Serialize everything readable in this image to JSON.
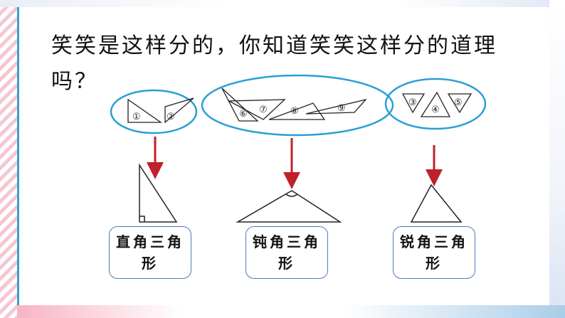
{
  "heading": "笑笑是这样分的，你知道笑笑这样分的道理吗？",
  "groups": [
    {
      "name": "right",
      "numbers": [
        "①",
        "②"
      ],
      "label_line1": "直角三角",
      "label_line2": "形"
    },
    {
      "name": "obtuse",
      "numbers": [
        "⑥",
        "⑦",
        "⑧",
        "⑨"
      ],
      "label_line1": "钝角三角",
      "label_line2": "形"
    },
    {
      "name": "acute",
      "numbers": [
        "③",
        "④",
        "⑤"
      ],
      "label_line1": "锐角三角",
      "label_line2": "形"
    }
  ],
  "colors": {
    "ellipse": "#2a9fd6",
    "arrow": "#c0202a",
    "box_border": "#4d7ab7",
    "stroke": "#222222"
  }
}
